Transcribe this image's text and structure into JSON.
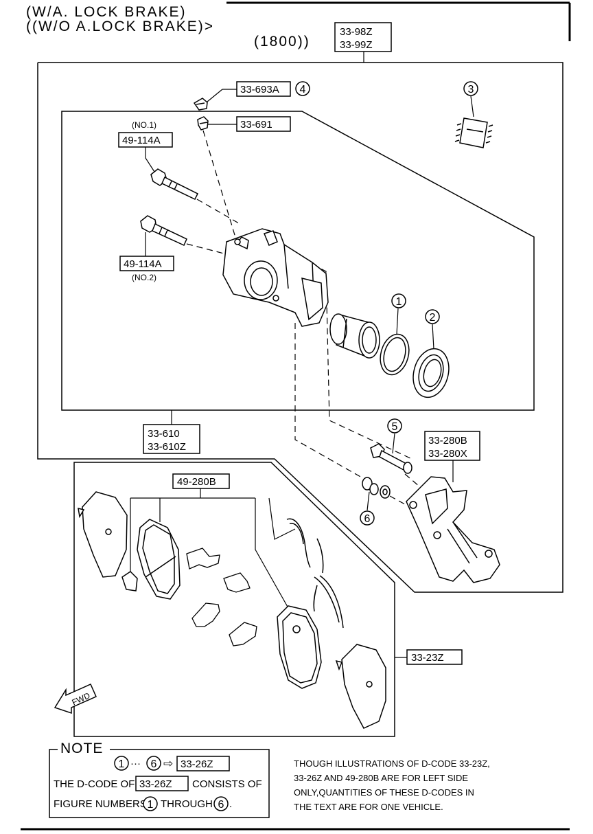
{
  "header": {
    "line1": "(W/A. LOCK  BRAKE)",
    "line2": "((W/O A.LOCK BRAKE)>",
    "line3": "(1800))"
  },
  "callouts": {
    "assembly_a": "33-98Z",
    "assembly_b": "33-99Z",
    "bleeder_cap": "33-693A",
    "bleeder_screw": "33-691",
    "bolt_no1_tag": "(NO.1)",
    "bolt_no1": "49-114A",
    "bolt_no2": "49-114A",
    "bolt_no2_tag": "(NO.2)",
    "caliper_a": "33-610",
    "caliper_b": "33-610Z",
    "bracket_a": "33-280B",
    "bracket_b": "33-280X",
    "clip_kit": "49-280B",
    "pad_set": "33-23Z"
  },
  "figure_numbers": {
    "n1": "1",
    "n2": "2",
    "n3": "3",
    "n4": "4",
    "n5": "5",
    "n6": "6"
  },
  "fwd_arrow": "FWD",
  "note": {
    "title": "NOTE",
    "range_from": "1",
    "range_sep": "···",
    "range_to": "6",
    "arrow": "⇨",
    "range_code": "33-26Z",
    "line2_pre": "THE D-CODE OF",
    "line2_code": "33-26Z",
    "line2_post": "CONSISTS OF",
    "line3_pre": "FIGURE NUMBERS",
    "line3_from": "1",
    "line3_mid": "THROUGH",
    "line3_to": "6",
    "line3_end": "."
  },
  "remark": {
    "line1": "THOUGH ILLUSTRATIONS OF D-CODE 33-23Z,",
    "line2": "33-26Z AND 49-280B ARE FOR LEFT SIDE",
    "line3": "ONLY,QUANTITIES OF THESE D-CODES IN",
    "line4": "THE TEXT ARE FOR ONE VEHICLE."
  }
}
